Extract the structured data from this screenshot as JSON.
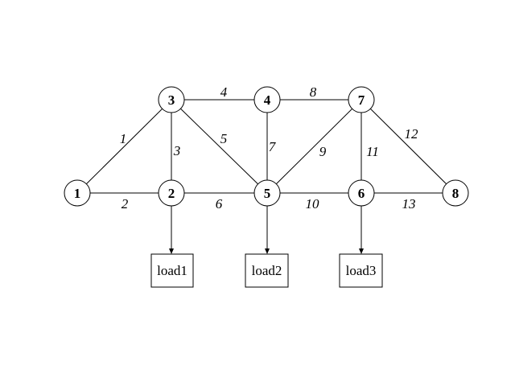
{
  "nodes": [
    {
      "id": "1",
      "label": "1"
    },
    {
      "id": "2",
      "label": "2"
    },
    {
      "id": "3",
      "label": "3"
    },
    {
      "id": "4",
      "label": "4"
    },
    {
      "id": "5",
      "label": "5"
    },
    {
      "id": "6",
      "label": "6"
    },
    {
      "id": "7",
      "label": "7"
    },
    {
      "id": "8",
      "label": "8"
    }
  ],
  "edges": [
    {
      "id": "1",
      "label": "1",
      "from": "1",
      "to": "3"
    },
    {
      "id": "2",
      "label": "2",
      "from": "1",
      "to": "2"
    },
    {
      "id": "3",
      "label": "3",
      "from": "3",
      "to": "2"
    },
    {
      "id": "4",
      "label": "4",
      "from": "3",
      "to": "4"
    },
    {
      "id": "5",
      "label": "5",
      "from": "3",
      "to": "5"
    },
    {
      "id": "6",
      "label": "6",
      "from": "2",
      "to": "5"
    },
    {
      "id": "7",
      "label": "7",
      "from": "4",
      "to": "5"
    },
    {
      "id": "8",
      "label": "8",
      "from": "4",
      "to": "7"
    },
    {
      "id": "9",
      "label": "9",
      "from": "5",
      "to": "7"
    },
    {
      "id": "10",
      "label": "10",
      "from": "5",
      "to": "6"
    },
    {
      "id": "11",
      "label": "11",
      "from": "7",
      "to": "6"
    },
    {
      "id": "12",
      "label": "12",
      "from": "7",
      "to": "8"
    },
    {
      "id": "13",
      "label": "13",
      "from": "6",
      "to": "8"
    }
  ],
  "loads": [
    {
      "id": "load1",
      "label": "load1",
      "node": "2"
    },
    {
      "id": "load2",
      "label": "load2",
      "node": "5"
    },
    {
      "id": "load3",
      "label": "load3",
      "node": "6"
    }
  ]
}
